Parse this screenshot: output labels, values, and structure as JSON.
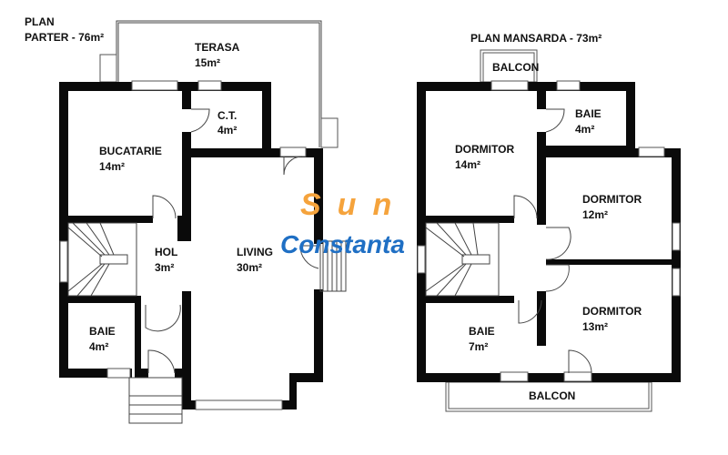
{
  "ground_floor": {
    "title_line1": "PLAN",
    "title_line2": "PARTER - 76m²",
    "rooms": [
      {
        "name": "TERASA",
        "area": "15m²"
      },
      {
        "name": "C.T.",
        "area": "4m²"
      },
      {
        "name": "BUCATARIE",
        "area": "14m²"
      },
      {
        "name": "HOL",
        "area": "3m²"
      },
      {
        "name": "LIVING",
        "area": "30m²"
      },
      {
        "name": "BAIE",
        "area": "4m²"
      }
    ]
  },
  "attic_floor": {
    "title": "PLAN MANSARDA - 73m²",
    "rooms": [
      {
        "name": "BALCON",
        "area": ""
      },
      {
        "name": "BAIE",
        "area": "4m²"
      },
      {
        "name": "DORMITOR",
        "area": "14m²"
      },
      {
        "name": "DORMITOR",
        "area": "12m²"
      },
      {
        "name": "DORMITOR",
        "area": "13m²"
      },
      {
        "name": "BAIE",
        "area": "7m²"
      },
      {
        "name": "BALCON",
        "area": ""
      }
    ]
  },
  "watermark": {
    "line1": "Sun",
    "line2": "Constanta"
  },
  "colors": {
    "wall": "#0a0a0a",
    "logo_orange": "#f5a33c",
    "logo_blue": "#1f6fc4"
  }
}
